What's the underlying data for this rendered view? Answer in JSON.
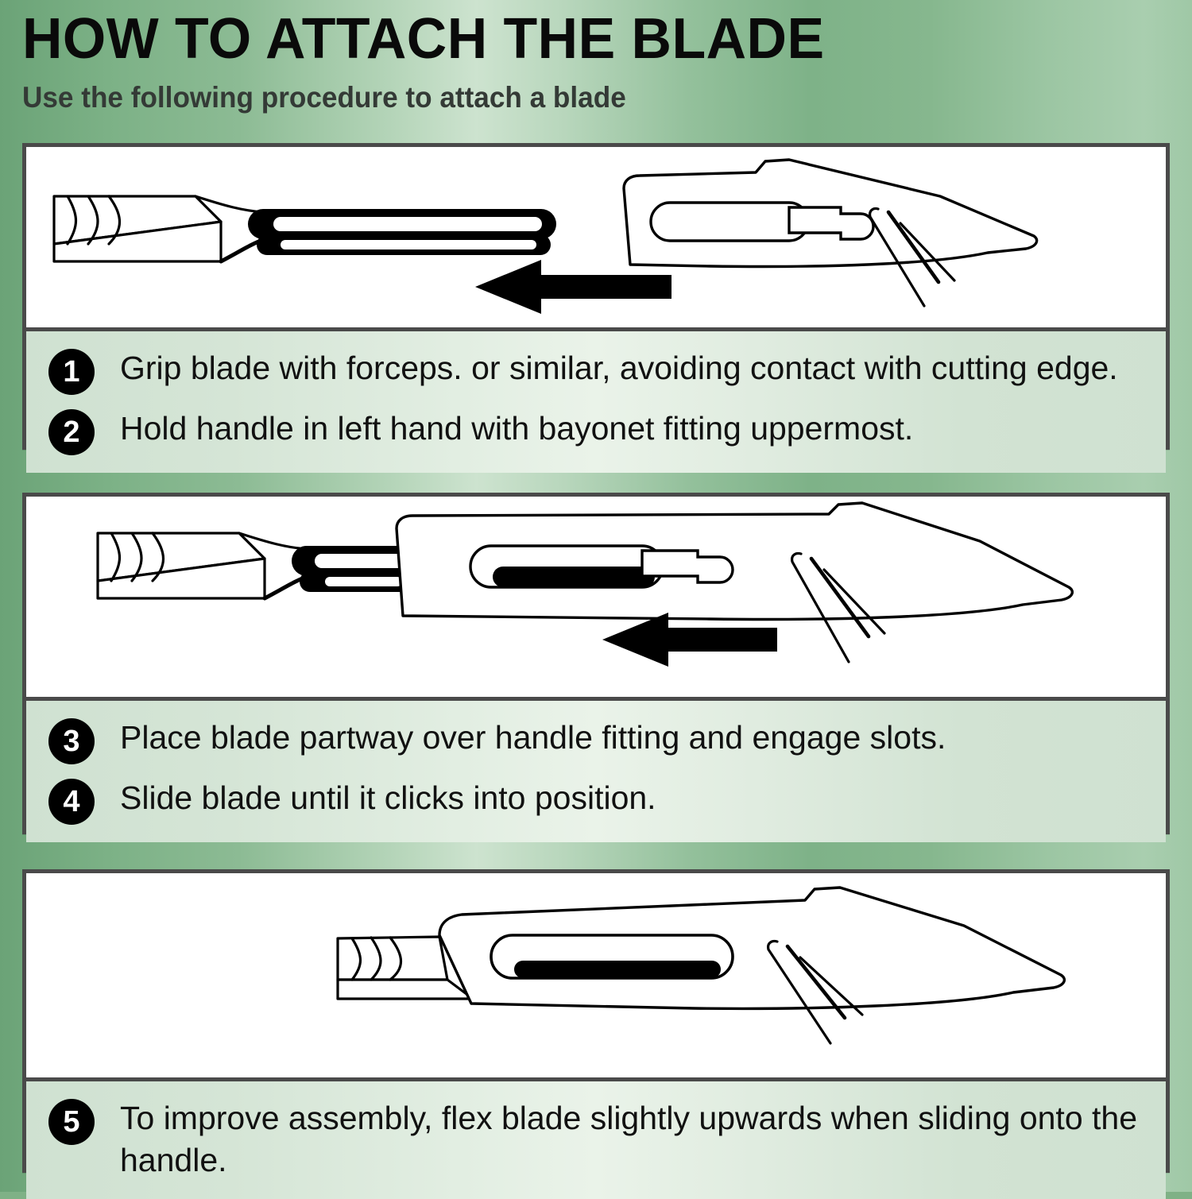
{
  "header": {
    "title": "HOW TO ATTACH THE BLADE",
    "subtitle": "Use the following procedure to attach a blade"
  },
  "colors": {
    "background_green": "#7fb186",
    "background_light": "#cde3cf",
    "panel_border": "#4a4a4a",
    "panel_fill": "#ffffff",
    "steps_fill": "#dcead c",
    "badge_fill": "#000000",
    "badge_text": "#ffffff",
    "text": "#111111",
    "blade_shade": "#cccccc"
  },
  "panels": [
    {
      "id": "panel-1",
      "figure_name": "forceps-holding-blade-and-separate-handle",
      "figure_caption": "Forceps gripping blade, scalpel handle to the right, arrow pointing left",
      "arrow_direction": "left",
      "steps": [
        {
          "number": "1",
          "text": "Grip blade with forceps. or similar, avoiding contact with cutting edge."
        },
        {
          "number": "2",
          "text": "Hold handle in left hand with bayonet fitting uppermost."
        }
      ]
    },
    {
      "id": "panel-2",
      "figure_name": "blade-partway-onto-handle",
      "figure_caption": "Forceps sliding blade partway over the handle bayonet fitting, arrow pointing left",
      "arrow_direction": "left",
      "steps": [
        {
          "number": "3",
          "text": "Place blade partway over handle fitting and engage slots."
        },
        {
          "number": "4",
          "text": "Slide blade until it clicks into position."
        }
      ]
    },
    {
      "id": "panel-3",
      "figure_name": "blade-fully-attached-to-handle",
      "figure_caption": "Blade fully seated and clicked into position on the scalpel handle",
      "arrow_direction": "none",
      "steps": [
        {
          "number": "5",
          "text": "To improve assembly, flex blade slightly upwards when sliding onto the handle."
        }
      ]
    }
  ]
}
